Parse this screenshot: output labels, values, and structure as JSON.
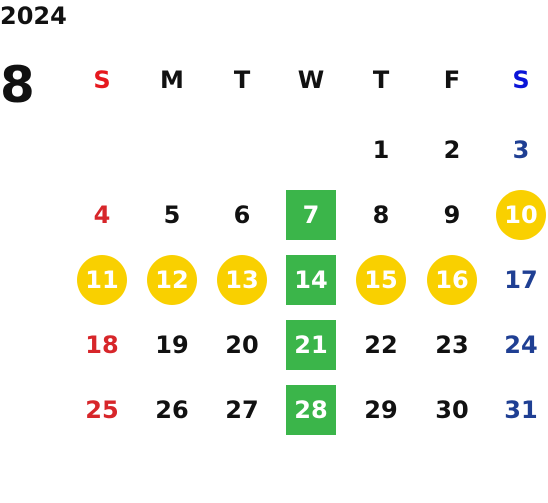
{
  "calendar": {
    "year": "2024",
    "month": "8",
    "weekdays": [
      "S",
      "M",
      "T",
      "W",
      "T",
      "F",
      "S"
    ],
    "first_weekday_index": 4,
    "days_in_month": 31,
    "circle_highlight_days": [
      10,
      11,
      12,
      13,
      15,
      16
    ],
    "square_highlight_days": [
      7,
      14,
      21,
      28
    ],
    "colors": {
      "sunday_text": "#d7262a",
      "saturday_text": "#1f3f93",
      "weekday_text": "#111111",
      "circle_highlight": "#f9d000",
      "square_highlight": "#3bb54a",
      "highlight_text": "#ffffff"
    }
  }
}
